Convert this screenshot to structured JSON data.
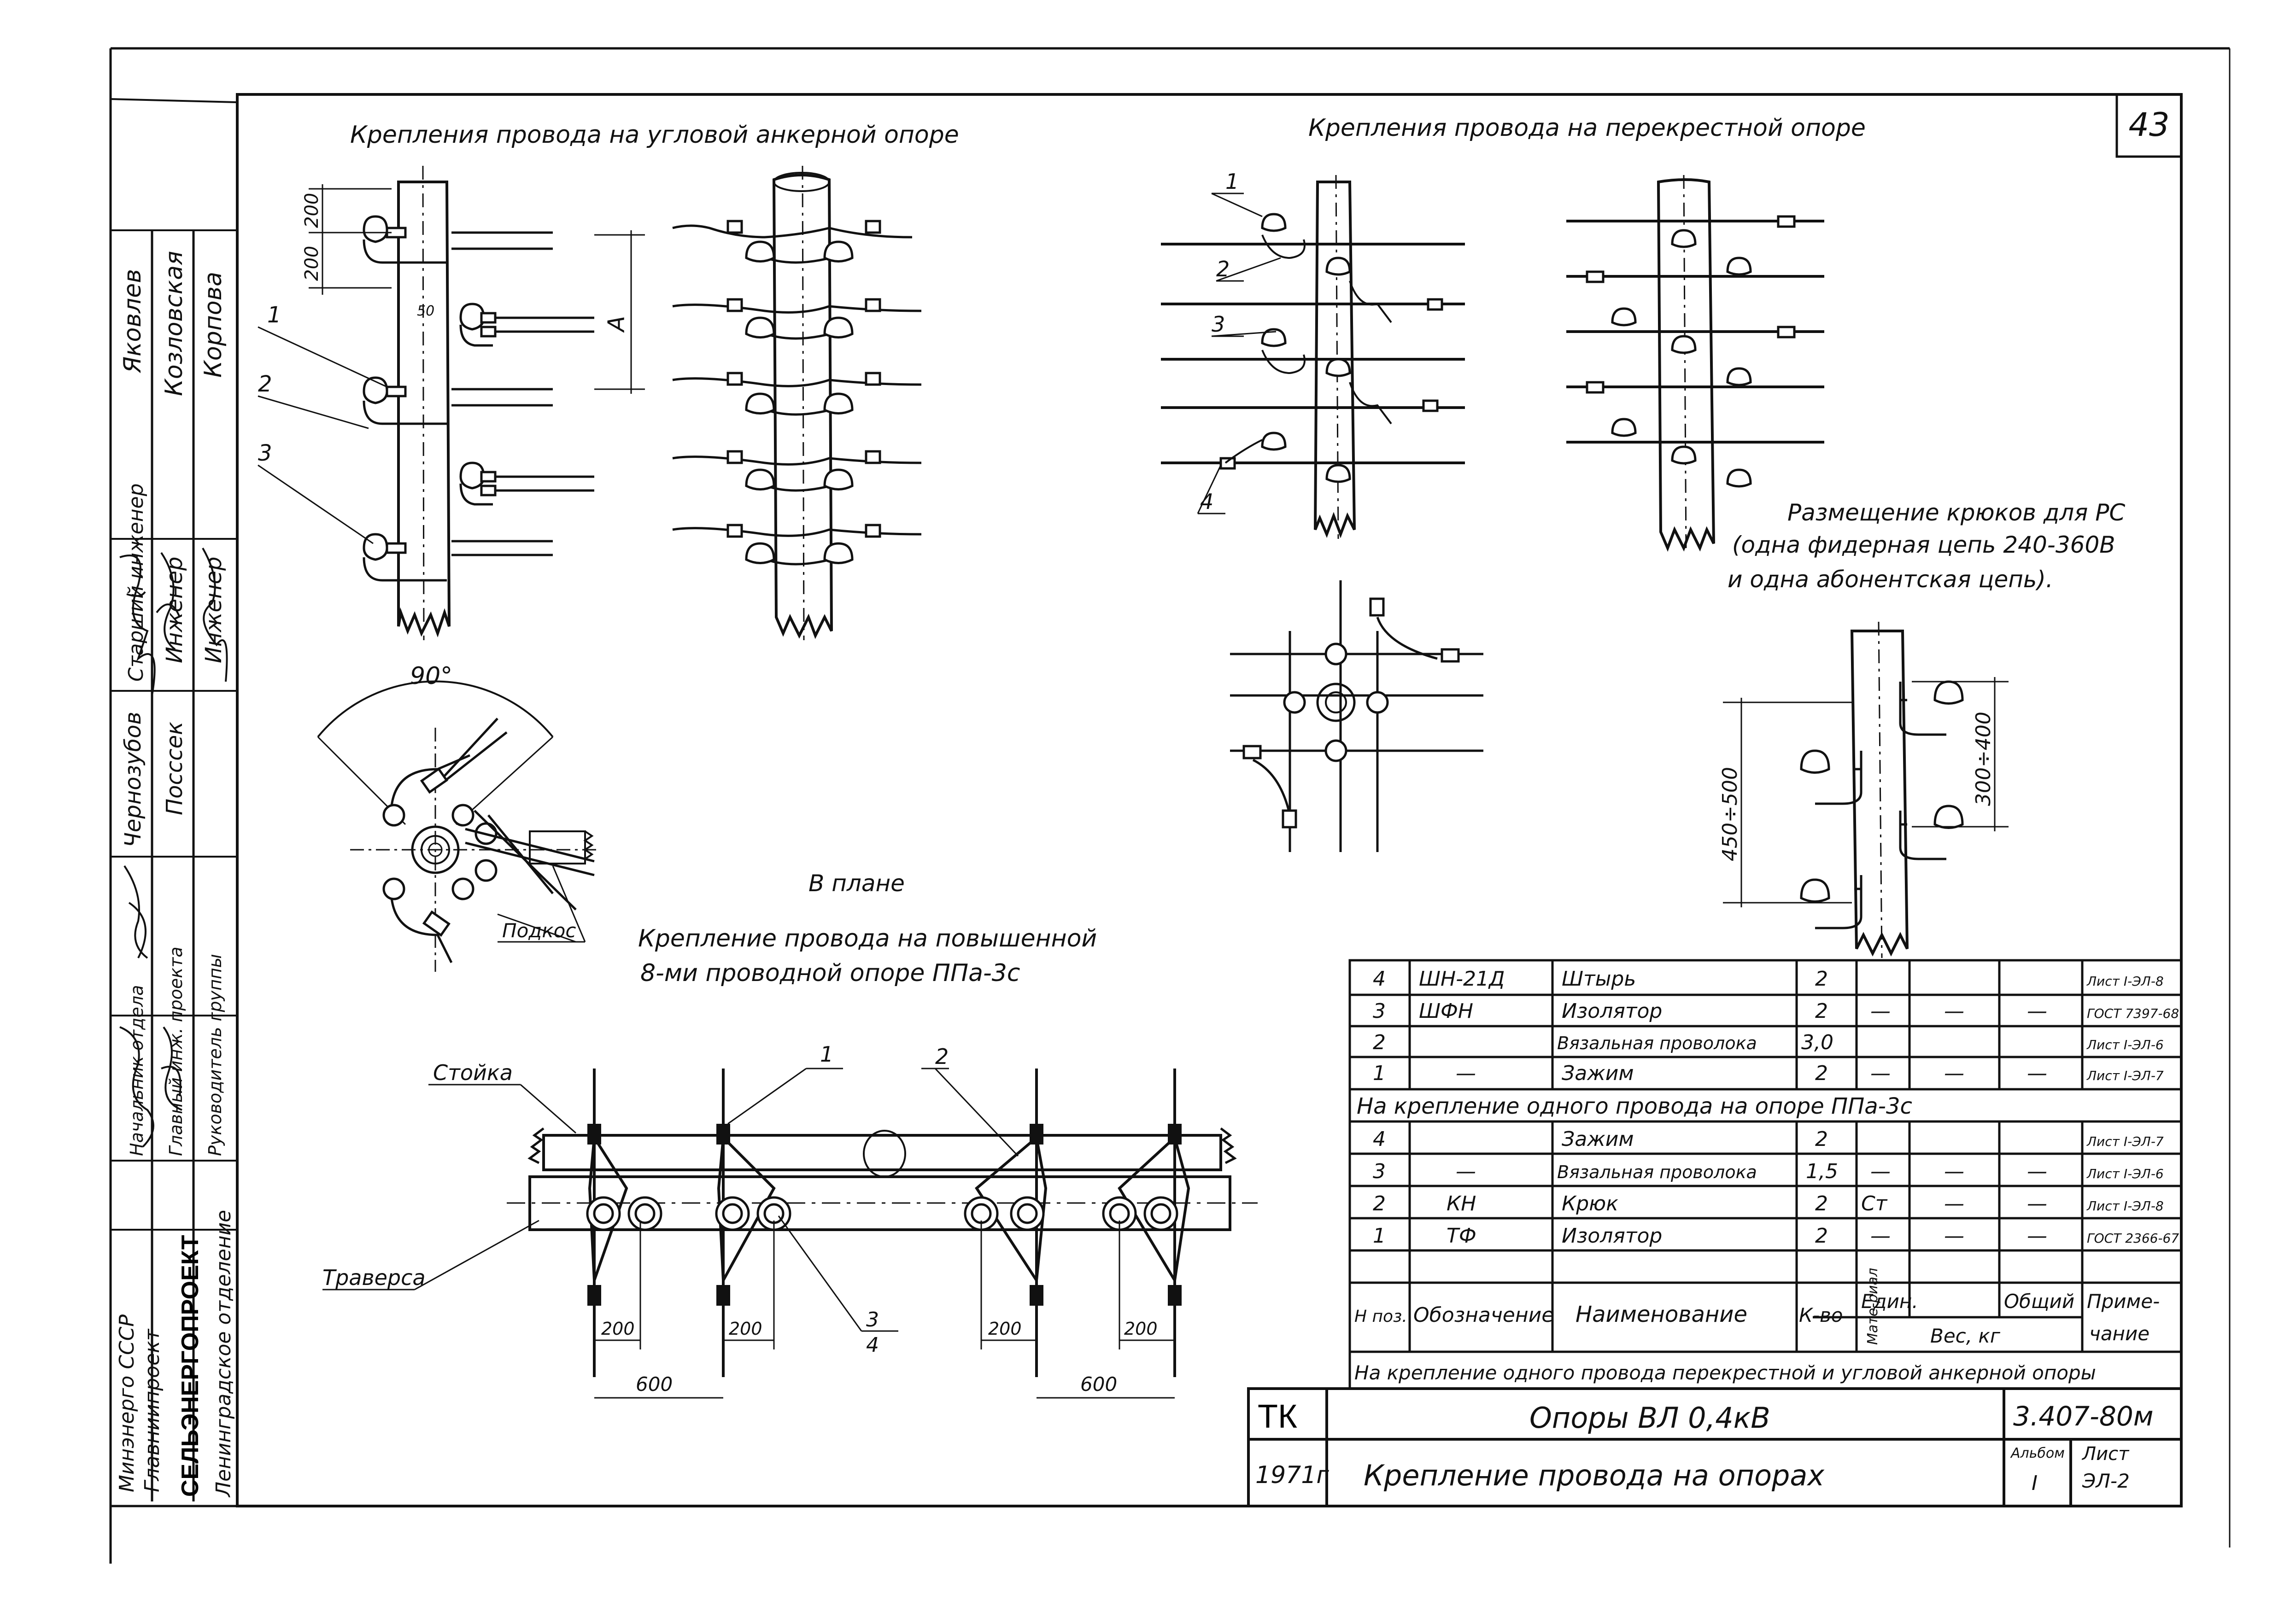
{
  "sheet": {
    "number": "43",
    "title_left": "Крепления провода на угловой анкерной опоре",
    "title_right": "Крепления провода на перекрестной опоре",
    "in_plan": "В плане",
    "raised_title_1": "Крепление провода на повышенной",
    "raised_title_2": "8-ми проводной опоре ППа-3с",
    "hooks_title_1": "Размещение крюков для РС",
    "hooks_title_2": "(одна фидерная цепь 240-360В",
    "hooks_title_3": "и одна абонентская цепь).",
    "angle": "90°",
    "podkos": "Подкос",
    "stoika": "Стойка",
    "traversa": "Траверса"
  },
  "dims": {
    "d200a": "200",
    "d200b": "200",
    "d50": "50",
    "dA": "А",
    "d450": "450÷500",
    "d300": "300÷400",
    "b200_1": "200",
    "b200_2": "200",
    "b200_3": "200",
    "b200_4": "200",
    "b600_1": "600",
    "b600_2": "600"
  },
  "callouts": {
    "l1": "1",
    "l2": "2",
    "l3": "3",
    "r1": "1",
    "r2": "2",
    "r3": "3",
    "r4": "4",
    "b1": "1",
    "b2": "2",
    "b3": "3",
    "b4": "4"
  },
  "side_stamp": {
    "names": [
      "Яковлев",
      "Козловская",
      "Корпова"
    ],
    "roles_a": [
      "Старший инженер",
      "Инженер",
      "Инженер"
    ],
    "names_b": [
      "Чернозубов",
      "Посссек"
    ],
    "roles_b": [
      "Начальник отдела",
      "Главный инж. проекта",
      "Руководитель группы"
    ],
    "org": [
      "Минэнерго СССР",
      "Главниипроект",
      "СЕЛЬЭНЕРГОПРОЕКТ",
      "Ленинградское отделение"
    ]
  },
  "table1": {
    "rows": [
      {
        "pos": "4",
        "code": "ШН-21Д",
        "name": "Штырь",
        "qty": "2",
        "mat": "",
        "unit": "",
        "total": "",
        "note": "Лист I-ЭЛ-8"
      },
      {
        "pos": "3",
        "code": "ШФН",
        "name": "Изолятор",
        "qty": "2",
        "mat": "—",
        "unit": "—",
        "total": "—",
        "note": "ГОСТ 7397-68"
      },
      {
        "pos": "2",
        "code": "",
        "name": "Вязальная проволока",
        "qty": "3,0",
        "mat": "",
        "unit": "",
        "total": "",
        "note": "Лист I-ЭЛ-6"
      },
      {
        "pos": "1",
        "code": "—",
        "name": "Зажим",
        "qty": "2",
        "mat": "—",
        "unit": "—",
        "total": "—",
        "note": "Лист I-ЭЛ-7"
      }
    ],
    "caption": "На крепление одного провода на опоре ППа-3с"
  },
  "table2": {
    "rows": [
      {
        "pos": "4",
        "code": "",
        "name": "Зажим",
        "qty": "2",
        "mat": "",
        "unit": "",
        "total": "",
        "note": "Лист I-ЭЛ-7"
      },
      {
        "pos": "3",
        "code": "—",
        "name": "Вязальная проволока",
        "qty": "1,5",
        "mat": "—",
        "unit": "—",
        "total": "—",
        "note": "Лист I-ЭЛ-6"
      },
      {
        "pos": "2",
        "code": "КН",
        "name": "Крюк",
        "qty": "2",
        "mat": "Ст",
        "unit": "—",
        "total": "—",
        "note": "Лист I-ЭЛ-8"
      },
      {
        "pos": "1",
        "code": "ТФ",
        "name": "Изолятор",
        "qty": "2",
        "mat": "—",
        "unit": "—",
        "total": "—",
        "note": "ГОСТ 2366-67"
      }
    ],
    "header": {
      "pos": "Н поз.",
      "code": "Обозначение",
      "name": "Наименование",
      "qty": "К-во",
      "mat": "Мате-риал",
      "unit": "Един.",
      "total": "Общий",
      "weight": "Вес, кг",
      "note1": "Приме-",
      "note2": "чание"
    },
    "caption": "На крепление одного провода перекрестной и угловой анкерной опоры"
  },
  "titleblock": {
    "tk": "ТК",
    "year": "1971г",
    "main": "Опоры ВЛ 0,4кВ",
    "sub": "Крепление провода на опорах",
    "code": "3.407-80м",
    "album_label": "Альбом",
    "album": "I",
    "sheet_label": "Лист",
    "sheet": "ЭЛ-2"
  }
}
